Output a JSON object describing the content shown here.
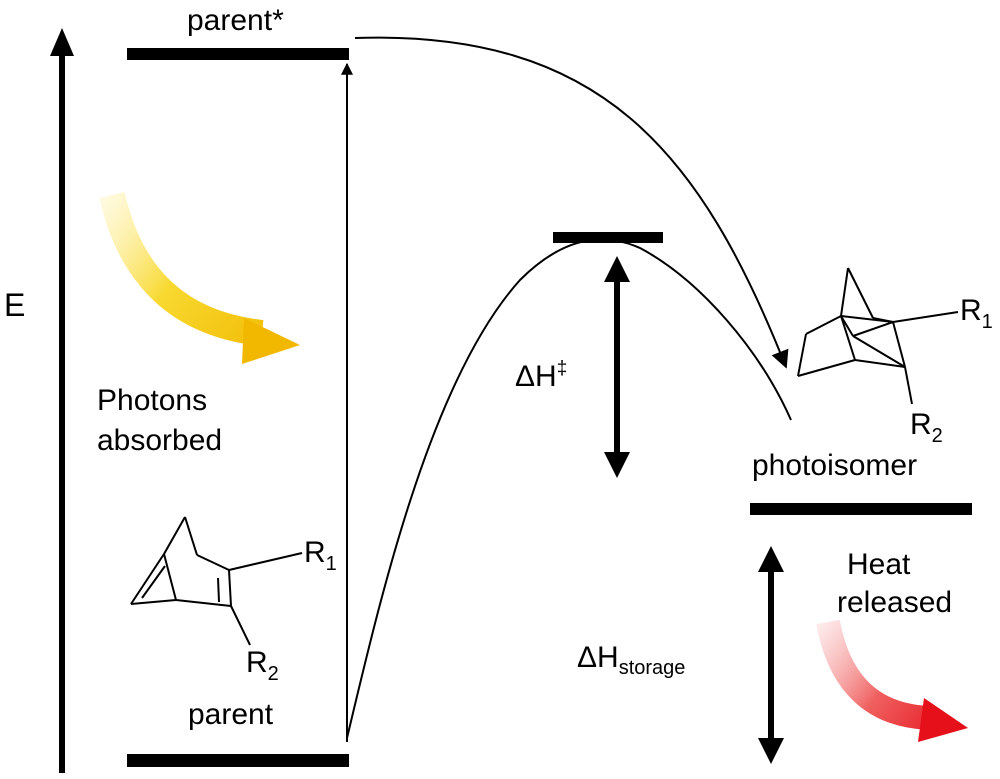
{
  "axis": {
    "label": "E"
  },
  "levels": {
    "excited_label": "parent*",
    "parent_label": "parent",
    "photoisomer_label": "photoisomer"
  },
  "annotations": {
    "photons_line1": "Photons",
    "photons_line2": "absorbed",
    "activation_main": "ΔH",
    "activation_sup": "‡",
    "storage_main": "ΔH",
    "storage_sub": "storage",
    "heat_line1": "Heat",
    "heat_line2": "released"
  },
  "structures": {
    "parent": {
      "r1_main": "R",
      "r1_sub": "1",
      "r2_main": "R",
      "r2_sub": "2"
    },
    "photoisomer": {
      "r1_main": "R",
      "r1_sub": "1",
      "r2_main": "R",
      "r2_sub": "2"
    }
  },
  "colors": {
    "photon_arrow": "#f2c200",
    "heat_arrow": "#e8141e",
    "lines": "#000000"
  }
}
